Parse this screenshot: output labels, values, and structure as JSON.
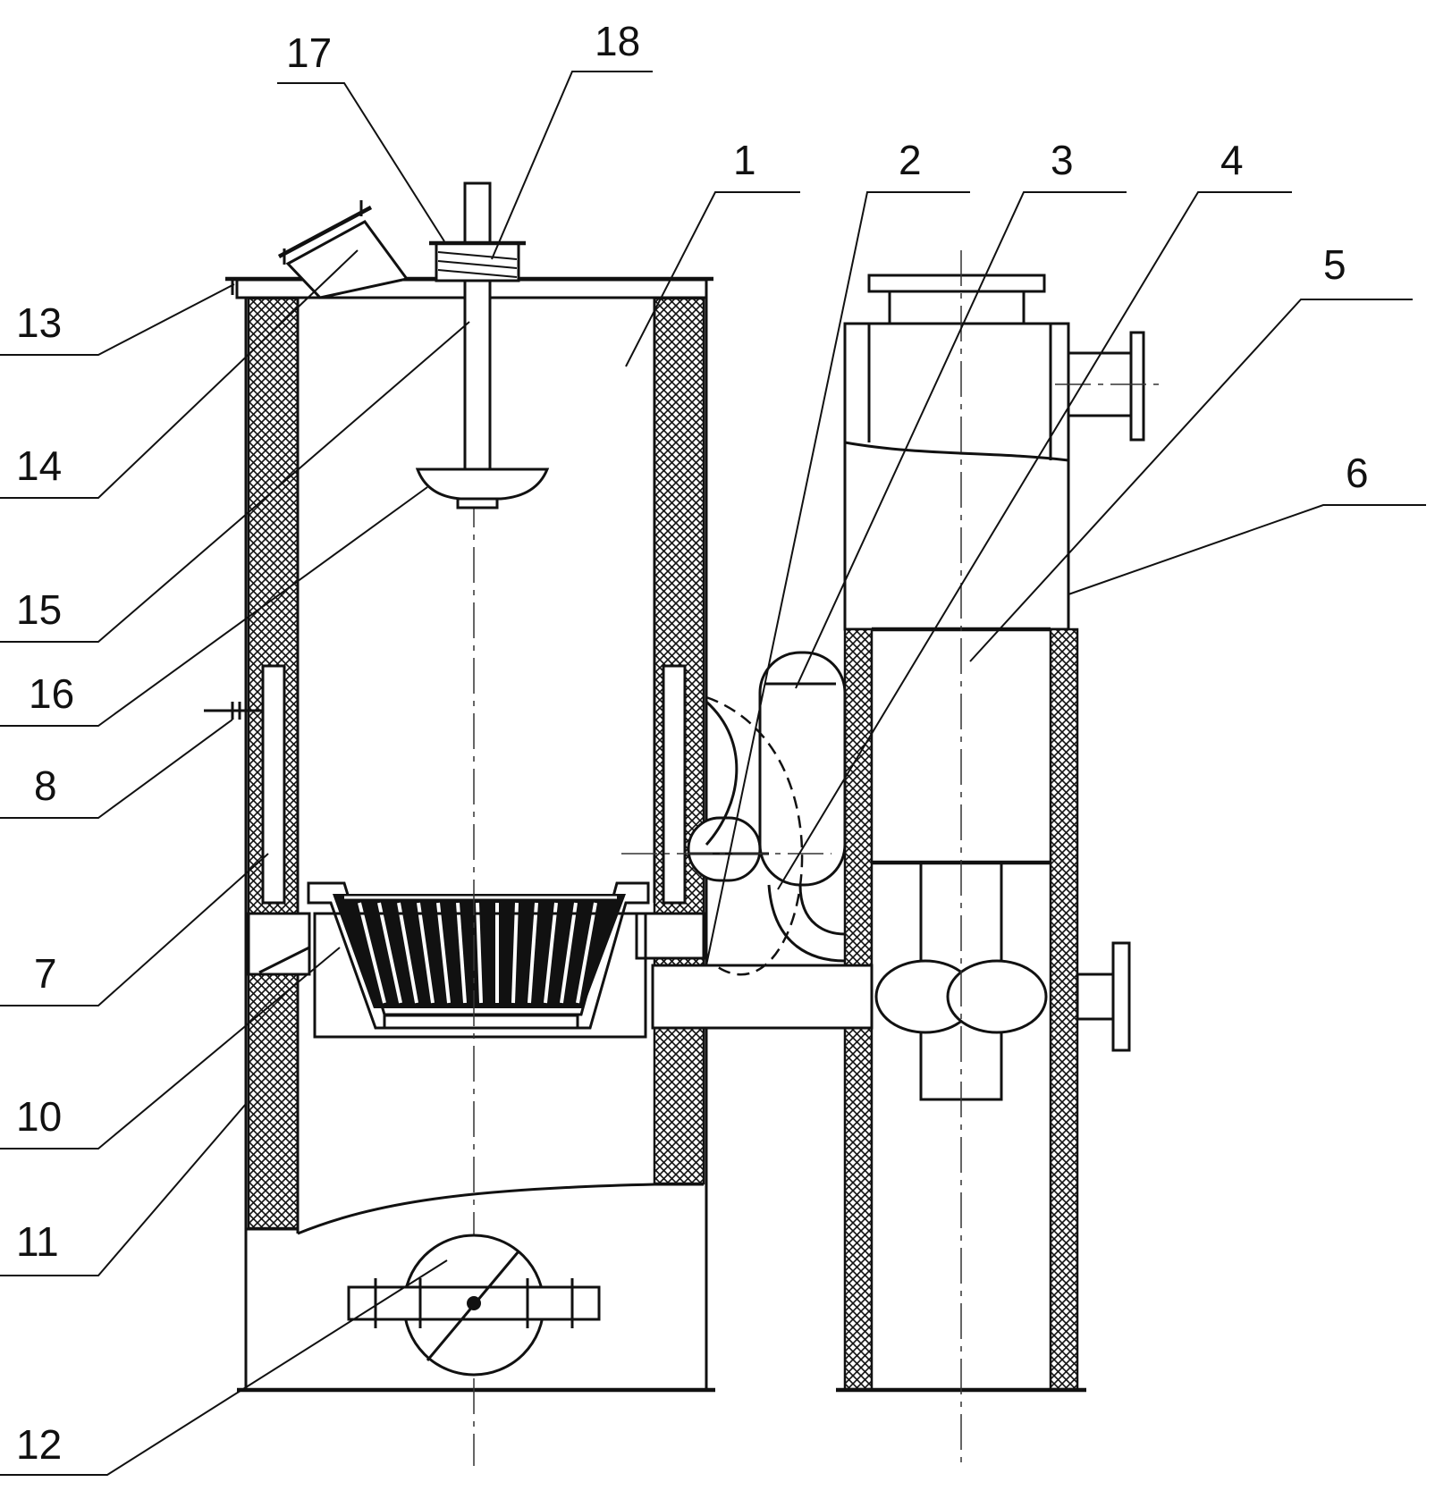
{
  "callouts": [
    "1",
    "2",
    "3",
    "4",
    "5",
    "6",
    "7",
    "8",
    "10",
    "11",
    "12",
    "13",
    "14",
    "15",
    "16",
    "17",
    "18"
  ]
}
